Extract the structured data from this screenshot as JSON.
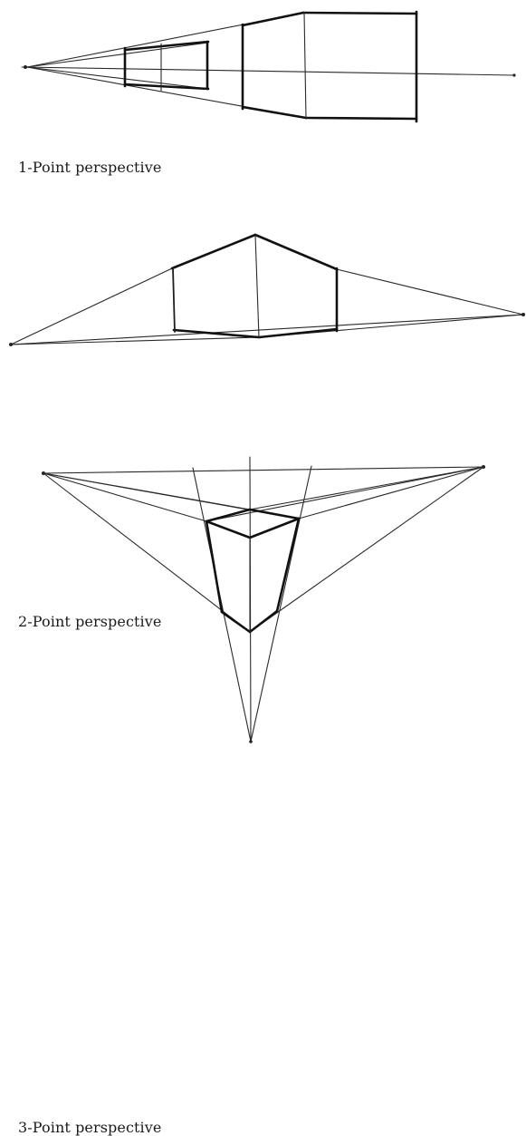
{
  "figure": {
    "captions": [
      "1-Point perspective",
      "2-Point perspective",
      "3-Point perspective"
    ]
  }
}
